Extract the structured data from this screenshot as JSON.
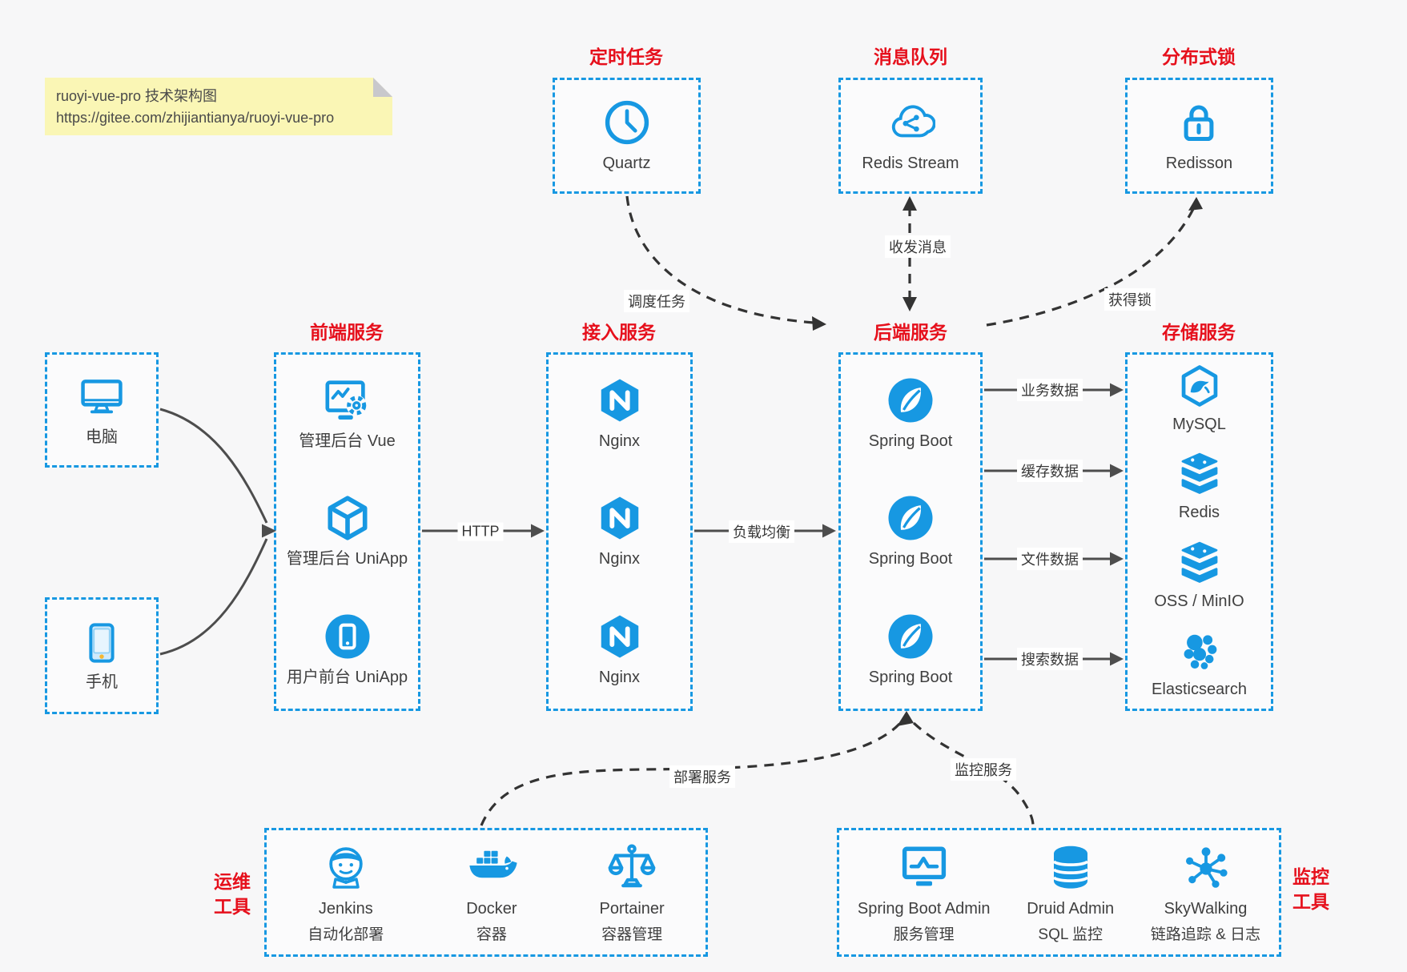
{
  "note": {
    "line1": "ruoyi-vue-pro 技术架构图",
    "line2": "https://gitee.com/zhijiantianya/ruoyi-vue-pro"
  },
  "colors": {
    "accent": "#1798e2",
    "red": "#e6101c",
    "note_bg": "#faf6b5",
    "background": "#f7f7f8",
    "wire": "#4d4d4d",
    "dashed_wire": "#333333"
  },
  "groups": {
    "scheduled": {
      "title": "定时任务",
      "items": [
        {
          "label": "Quartz",
          "icon": "clock-icon"
        }
      ]
    },
    "mq": {
      "title": "消息队列",
      "items": [
        {
          "label": "Redis Stream",
          "icon": "cloud-stream-icon"
        }
      ]
    },
    "lock": {
      "title": "分布式锁",
      "items": [
        {
          "label": "Redisson",
          "icon": "lock-icon"
        }
      ]
    },
    "clients": {
      "items": [
        {
          "label": "电脑",
          "icon": "desktop-icon"
        },
        {
          "label": "手机",
          "icon": "phone-icon"
        }
      ]
    },
    "frontend": {
      "title": "前端服务",
      "items": [
        {
          "label": "管理后台 Vue",
          "icon": "admin-vue-icon"
        },
        {
          "label": "管理后台 UniApp",
          "icon": "uniapp-cube-icon"
        },
        {
          "label": "用户前台 UniApp",
          "icon": "user-app-icon"
        }
      ]
    },
    "gateway": {
      "title": "接入服务",
      "items": [
        {
          "label": "Nginx",
          "icon": "nginx-icon"
        },
        {
          "label": "Nginx",
          "icon": "nginx-icon"
        },
        {
          "label": "Nginx",
          "icon": "nginx-icon"
        }
      ]
    },
    "backend": {
      "title": "后端服务",
      "items": [
        {
          "label": "Spring Boot",
          "icon": "spring-icon"
        },
        {
          "label": "Spring Boot",
          "icon": "spring-icon"
        },
        {
          "label": "Spring Boot",
          "icon": "spring-icon"
        }
      ]
    },
    "storage": {
      "title": "存储服务",
      "items": [
        {
          "label": "MySQL",
          "icon": "mysql-icon"
        },
        {
          "label": "Redis",
          "icon": "stack-icon"
        },
        {
          "label": "OSS / MinIO",
          "icon": "stack-icon"
        },
        {
          "label": "Elasticsearch",
          "icon": "elasticsearch-icon"
        }
      ]
    },
    "ops": {
      "title_line1": "运维",
      "title_line2": "工具",
      "items": [
        {
          "label": "Jenkins",
          "sub": "自动化部署",
          "icon": "jenkins-icon"
        },
        {
          "label": "Docker",
          "sub": "容器",
          "icon": "docker-icon"
        },
        {
          "label": "Portainer",
          "sub": "容器管理",
          "icon": "scales-icon"
        }
      ]
    },
    "monitor": {
      "title_line1": "监控",
      "title_line2": "工具",
      "items": [
        {
          "label": "Spring Boot Admin",
          "sub": "服务管理",
          "icon": "monitor-chart-icon"
        },
        {
          "label": "Druid Admin",
          "sub": "SQL 监控",
          "icon": "database-icon"
        },
        {
          "label": "SkyWalking",
          "sub": "链路追踪 & 日志",
          "icon": "network-nodes-icon"
        }
      ]
    }
  },
  "edges": {
    "http": "HTTP",
    "load_balance": "负载均衡",
    "biz_data": "业务数据",
    "cache_data": "缓存数据",
    "file_data": "文件数据",
    "search_data": "搜索数据",
    "schedule": "调度任务",
    "message": "收发消息",
    "acquire_lock": "获得锁",
    "deploy": "部署服务",
    "monitor": "监控服务"
  }
}
